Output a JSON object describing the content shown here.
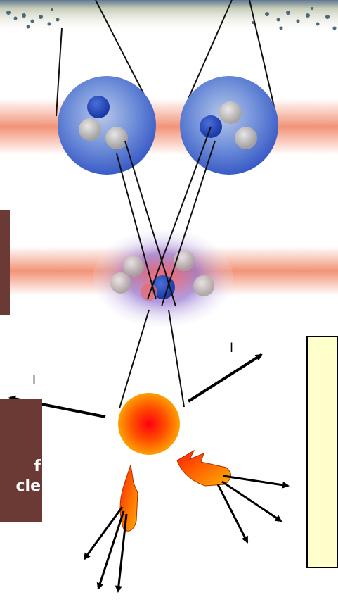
{
  "left_panel": {
    "line1": "f",
    "line2": "cle"
  },
  "particles": {
    "lepton_left": "l",
    "lepton_right": "l"
  },
  "colors": {
    "label_bg": "#6b3a35",
    "note_bg": "#ffffcc",
    "band": "#f08060",
    "nucleus": "#3a66d8",
    "fireball": "#ff3300"
  }
}
